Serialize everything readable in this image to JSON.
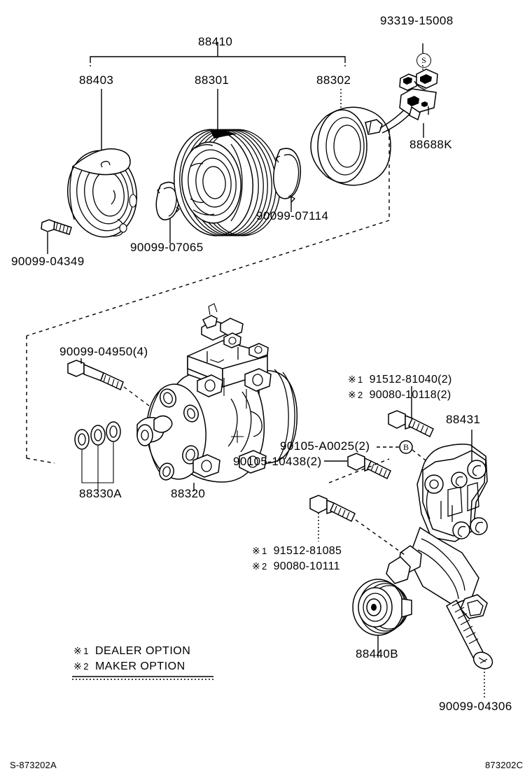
{
  "diagram": {
    "title_code_left": "S-873202A",
    "title_code_right": "873202C"
  },
  "group_label": {
    "code": "88410"
  },
  "top_assembly": {
    "labels": [
      {
        "code": "88403"
      },
      {
        "code": "88301"
      },
      {
        "code": "88302"
      },
      {
        "code": "93319-15008"
      },
      {
        "code": "88688K"
      },
      {
        "code": "90099-07114"
      },
      {
        "code": "90099-07065"
      },
      {
        "code": "90099-04349"
      }
    ],
    "stator_marker": "S"
  },
  "compressor_assembly": {
    "labels": [
      {
        "code": "90099-04950(4)"
      },
      {
        "code": "88330A"
      },
      {
        "code": "88320"
      },
      {
        "code": "90105-A0025(2)"
      },
      {
        "code": "90105-10438(2)"
      },
      {
        "code": "88431"
      },
      {
        "code": "88440B"
      },
      {
        "code": "90099-04306"
      }
    ],
    "bracket_marker": "B"
  },
  "option_notes": [
    {
      "mark": "※",
      "num": "1",
      "code": "91512-81040(2)"
    },
    {
      "mark": "※",
      "num": "2",
      "code": "90080-10118(2)"
    },
    {
      "mark": "※",
      "num": "1",
      "code": "91512-81085"
    },
    {
      "mark": "※",
      "num": "2",
      "code": "90080-10111"
    }
  ],
  "legend": {
    "rows": [
      {
        "mark": "※",
        "num": "1",
        "text": "DEALER OPTION"
      },
      {
        "mark": "※",
        "num": "2",
        "text": "MAKER OPTION"
      }
    ]
  }
}
